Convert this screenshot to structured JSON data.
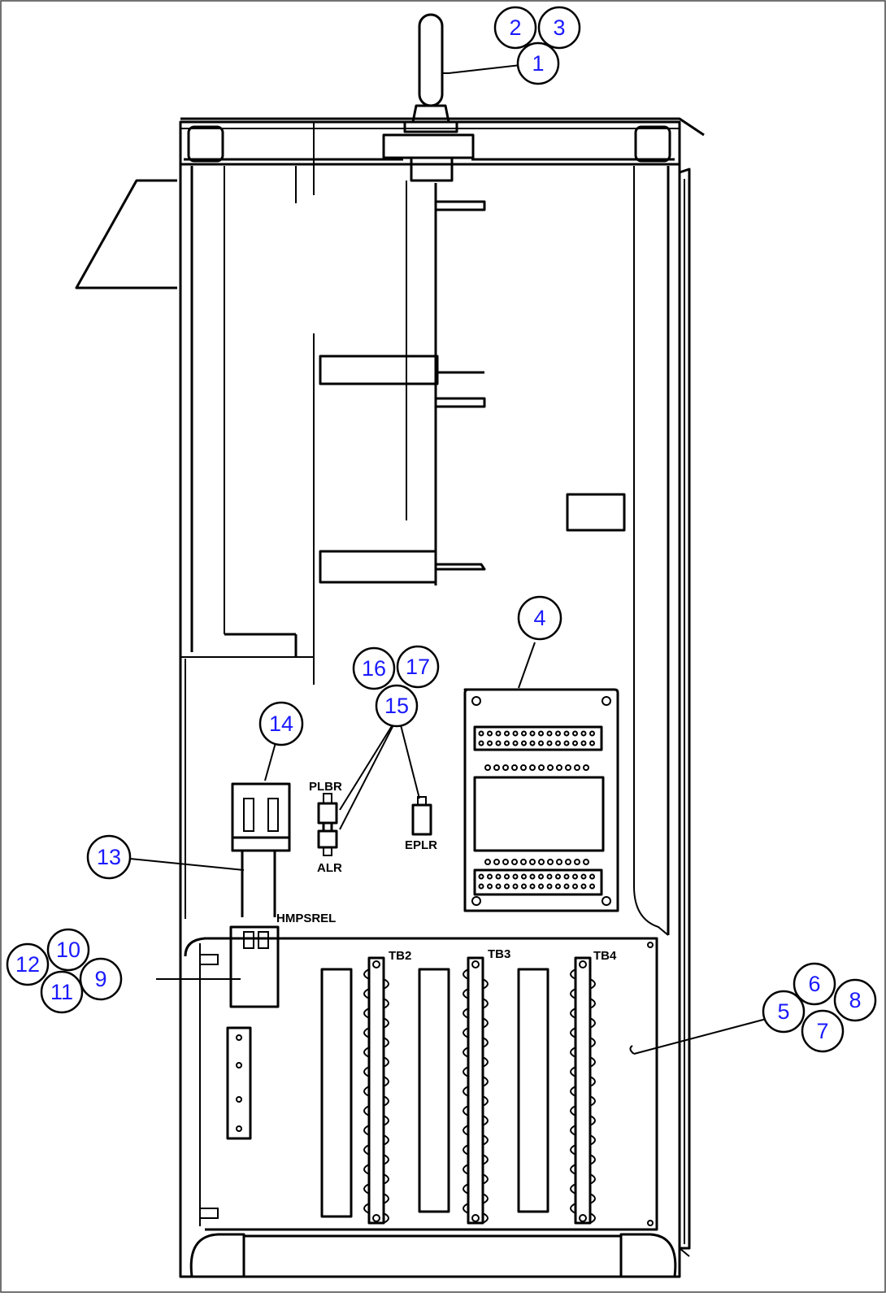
{
  "callouts": [
    {
      "id": "1",
      "label": "1"
    },
    {
      "id": "2",
      "label": "2"
    },
    {
      "id": "3",
      "label": "3"
    },
    {
      "id": "4",
      "label": "4"
    },
    {
      "id": "5",
      "label": "5"
    },
    {
      "id": "6",
      "label": "6"
    },
    {
      "id": "7",
      "label": "7"
    },
    {
      "id": "8",
      "label": "8"
    },
    {
      "id": "9",
      "label": "9"
    },
    {
      "id": "10",
      "label": "10"
    },
    {
      "id": "11",
      "label": "11"
    },
    {
      "id": "12",
      "label": "12"
    },
    {
      "id": "13",
      "label": "13"
    },
    {
      "id": "14",
      "label": "14"
    },
    {
      "id": "15",
      "label": "15"
    },
    {
      "id": "16",
      "label": "16"
    },
    {
      "id": "17",
      "label": "17"
    }
  ],
  "labels": {
    "plbr": "PLBR",
    "alr": "ALR",
    "eplr": "EPLR",
    "hmpsrel": "HMPSREL",
    "tb2": "TB2",
    "tb3": "TB3",
    "tb4": "TB4"
  }
}
